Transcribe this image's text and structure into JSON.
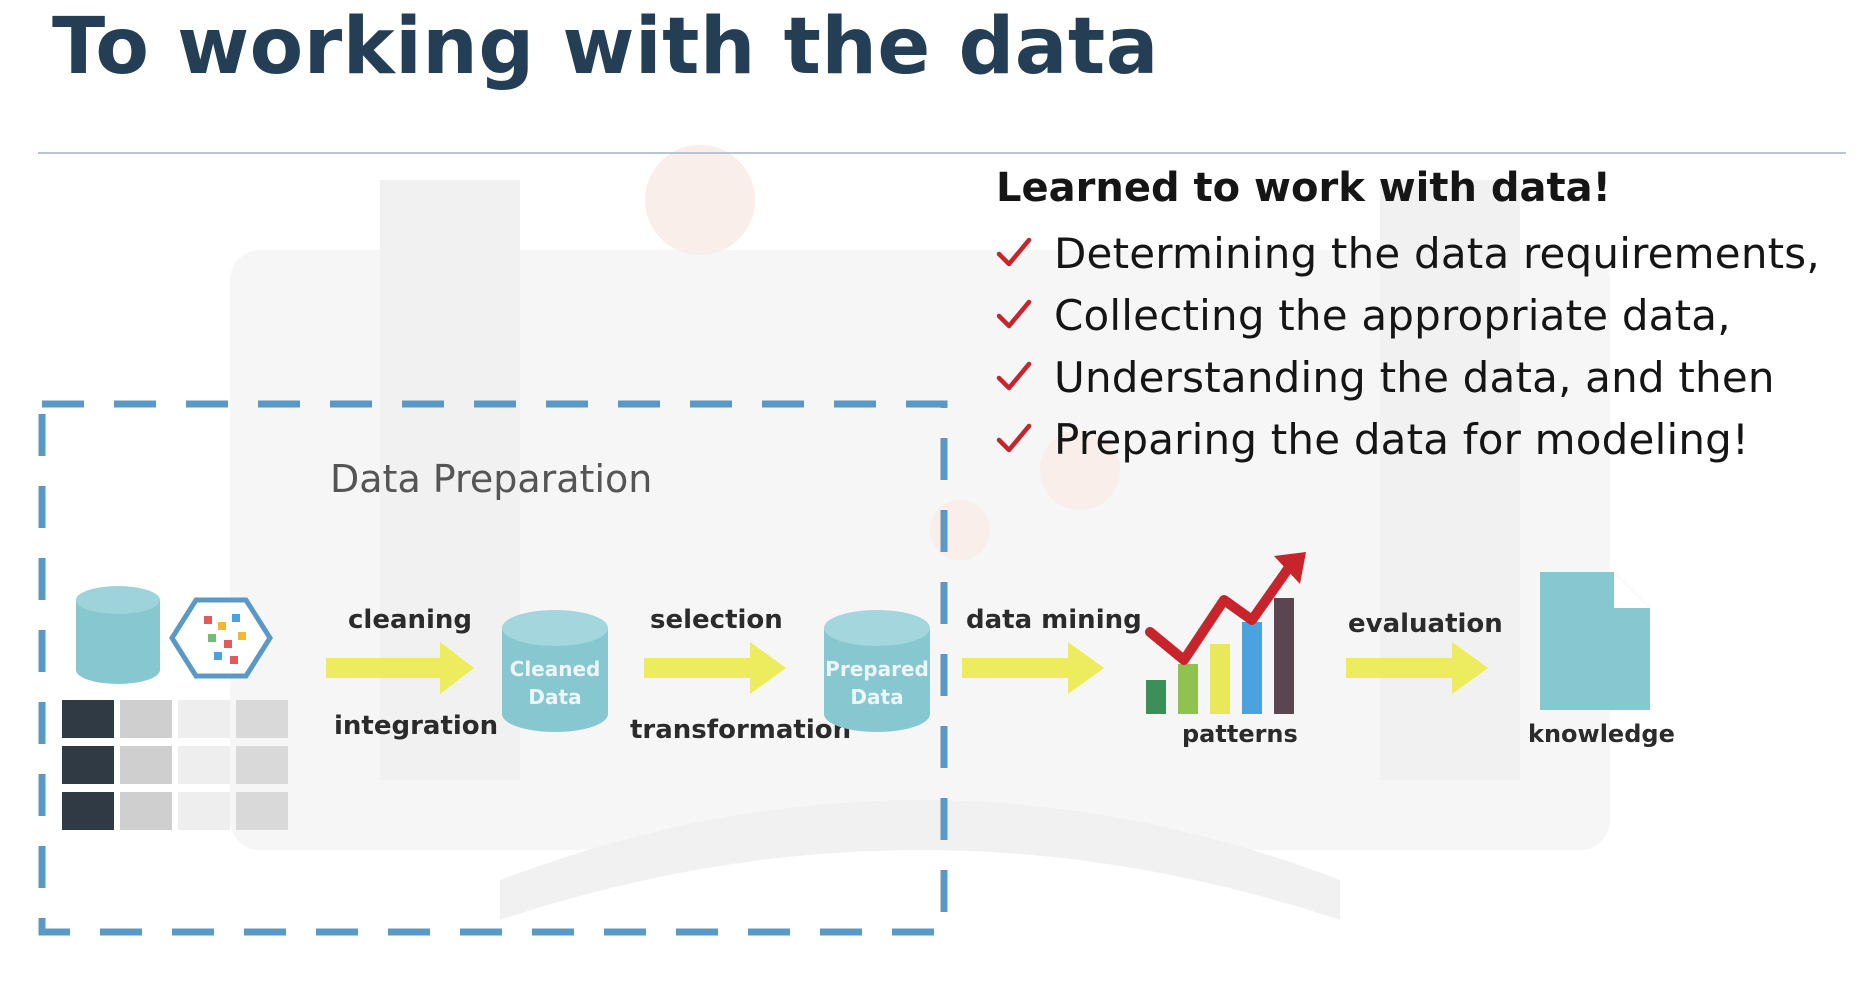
{
  "title": "To working with the data",
  "notes": {
    "heading": "Learned to work with data!",
    "items": [
      "Determining the data requirements,",
      "Collecting the appropriate data,",
      "Understanding the data, and then",
      "Preparing the data for modeling!"
    ],
    "icon": "check-icon"
  },
  "diagram": {
    "box_label": "Data Preparation",
    "steps": [
      {
        "above": "cleaning",
        "below": "integration"
      },
      {
        "above": "selection",
        "below": "transformation"
      },
      {
        "above": "data mining",
        "below": ""
      },
      {
        "above": "evaluation",
        "below": ""
      }
    ],
    "cleaned_db": [
      "Cleaned",
      "Data"
    ],
    "prepared_db": [
      "Prepared",
      "Data"
    ],
    "patterns_label": "patterns",
    "knowledge_label": "knowledge",
    "colors": {
      "accent_blue": "#5a98c6",
      "db_teal": "#86c7d0",
      "arrow_yellow": "#ecec5e",
      "check_red": "#c8242c",
      "title_navy": "#243f55"
    }
  }
}
